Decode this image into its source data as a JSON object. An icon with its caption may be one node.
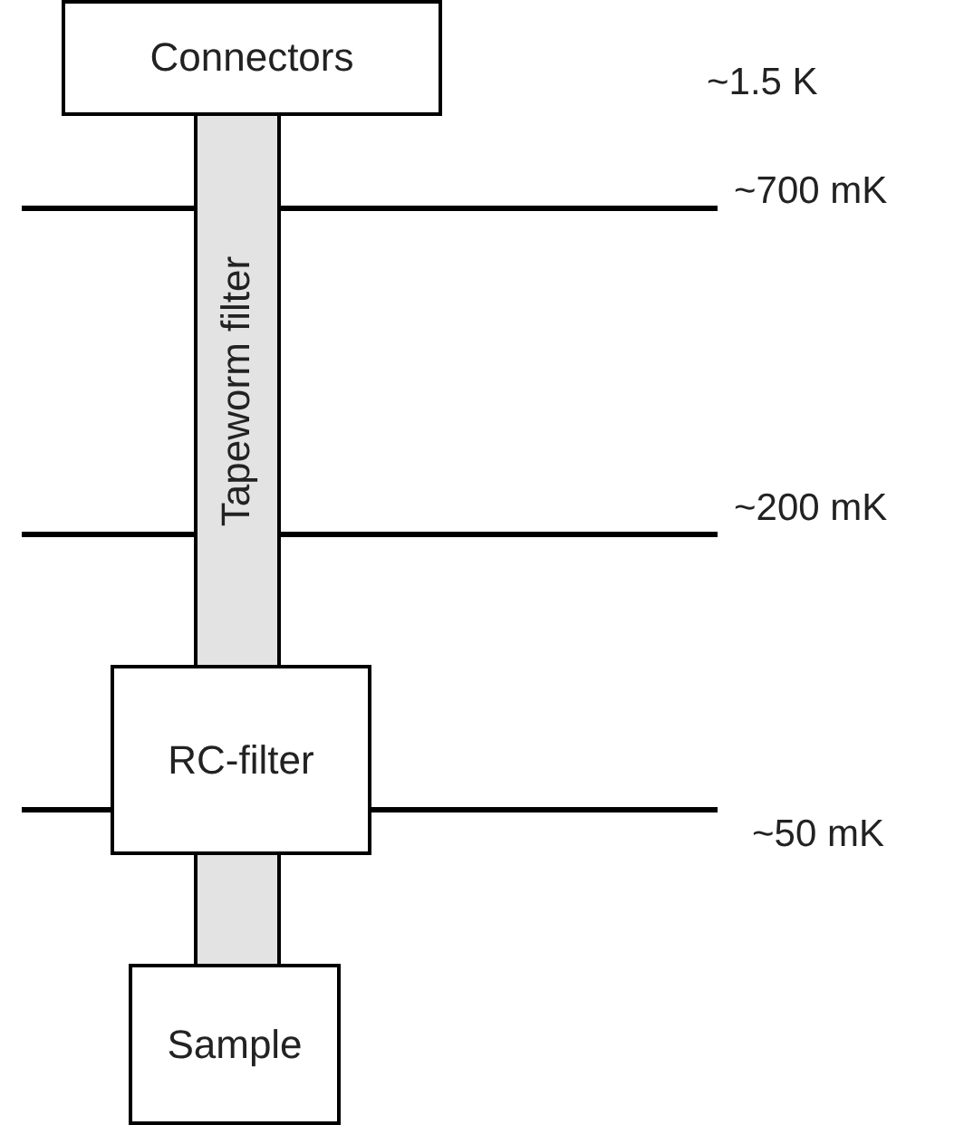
{
  "diagram": {
    "nodes": [
      {
        "text": [
          "Connectors"
        ]
      },
      {
        "text": [
          "Tapeworm filter"
        ]
      },
      {
        "text": [
          "RC-filter"
        ]
      },
      {
        "text": [],
        "shape": "bar"
      },
      {
        "text": [
          "Sample"
        ]
      }
    ],
    "labels": [
      "~1.5 K",
      "~700 mK",
      "~200 mK",
      "~50 mK"
    ]
  }
}
